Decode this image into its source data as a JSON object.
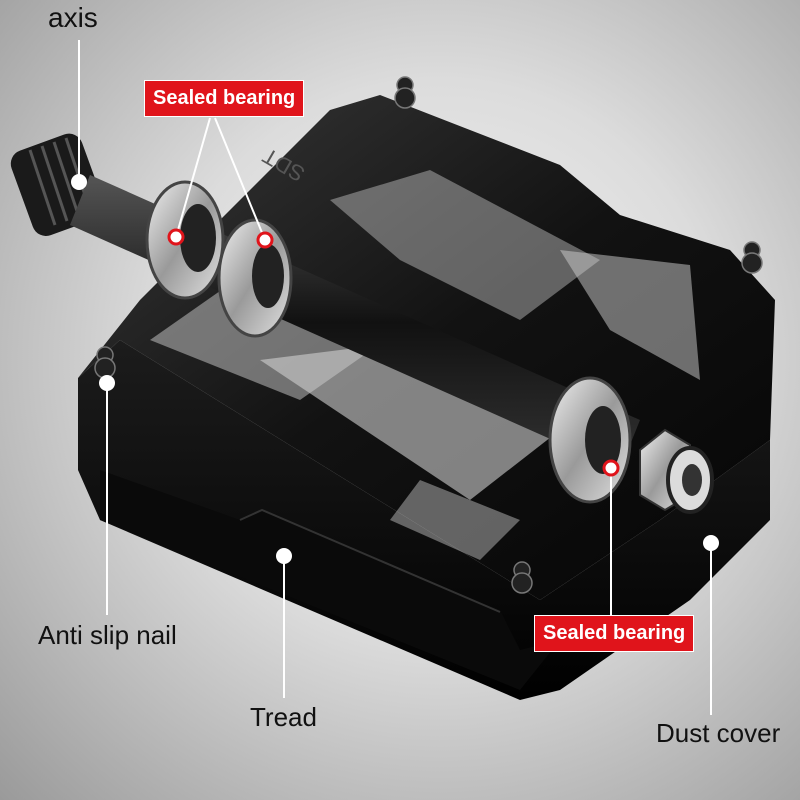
{
  "labels": {
    "axis": "axis",
    "sealed_bearing_top": "Sealed bearing",
    "sealed_bearing_bottom": "Sealed bearing",
    "anti_slip_nail": "Anti slip nail",
    "tread": "Tread",
    "dust_cover": "Dust cover"
  },
  "brand_mark": "SDT",
  "colors": {
    "label_red": "#e0141b",
    "pedal_body": "#151515",
    "bearing_silver": "#b8b8b8"
  }
}
